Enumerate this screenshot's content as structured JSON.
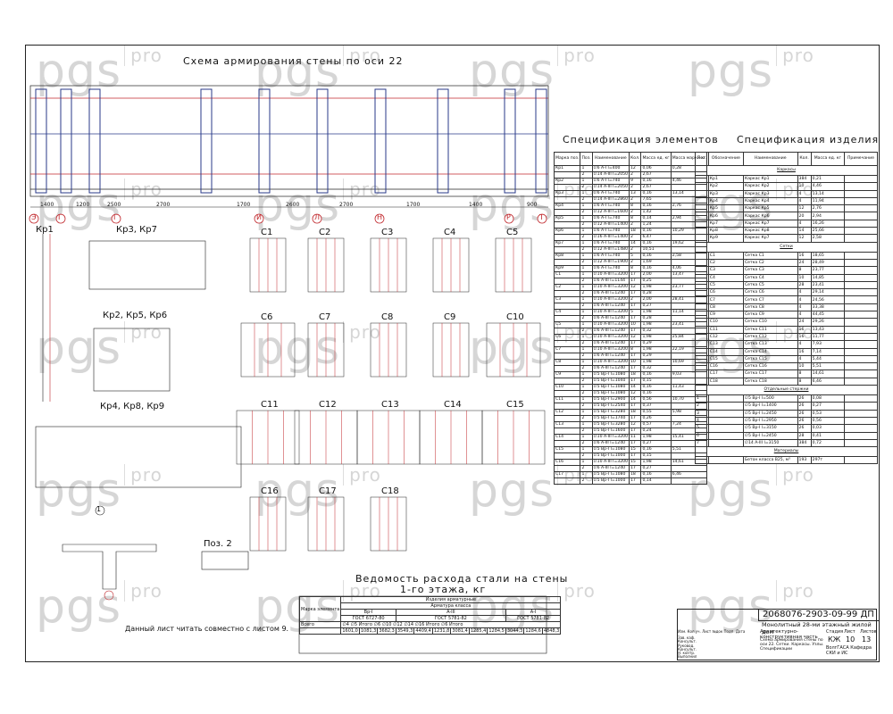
{
  "watermark": {
    "brand": "pgs",
    "suffix": "pro"
  },
  "titles": {
    "wall_scheme": "Схема армирования стены по оси 22",
    "element_spec": "Спецификация элементов",
    "product_spec": "Спецификация изделия",
    "steel_statement": "Ведомость расхода стали на стены",
    "steel_floor": "1-го этажа, кг",
    "note": "Данный лист читать совместно с листом 9."
  },
  "axes": [
    "Э",
    "Г",
    "Г",
    "И",
    "Л",
    "Н",
    "Р",
    "Т"
  ],
  "dims": [
    "1400",
    "1200",
    "2500",
    "2700",
    "1700",
    "2600",
    "2700",
    "1700",
    "1400",
    "900"
  ],
  "frames_labels": {
    "kr1": "Кр1",
    "kr3": "Кр3, Кр7",
    "kr2": "Кр2, Кр5, Кр6",
    "kr4": "Кр4, Кр8, Кр9",
    "node1": "1",
    "poz2": "Поз. 2"
  },
  "nets_grid": [
    "С1",
    "С2",
    "С3",
    "С4",
    "С5",
    "С6",
    "С7",
    "С8",
    "С9",
    "С10",
    "С11",
    "С12",
    "С13",
    "С14",
    "С15",
    "С16",
    "С17",
    "С18"
  ],
  "element_spec": {
    "headers": [
      "Марка поз.",
      "Поз.",
      "Наименование",
      "Кол.",
      "Масса ед. кг",
      "Масса марки кг"
    ],
    "rows": [
      [
        "Кр1",
        "1",
        "∅6 A-I l=400",
        "12",
        "0,06",
        "0,28"
      ],
      [
        "",
        "2",
        "∅14 A-III l=2050",
        "2",
        "2,67",
        ""
      ],
      [
        "Кр2",
        "1",
        "∅6 A-I l=740",
        "9",
        "0,16",
        "4,46"
      ],
      [
        "",
        "2",
        "∅14 A-III l=2050",
        "2",
        "2,67",
        ""
      ],
      [
        "Кр3",
        "1",
        "∅6 A-I l=740",
        "13",
        "0,16",
        "13,14"
      ],
      [
        "",
        "2",
        "∅14 A-III l=2860",
        "2",
        "7,65",
        ""
      ],
      [
        "Кр4",
        "1",
        "∅6 A-I l=740",
        "8",
        "0,16",
        "2,76"
      ],
      [
        "",
        "2",
        "∅12 A-III l=1600",
        "2",
        "1,42",
        ""
      ],
      [
        "Кр5",
        "1",
        "∅6 A-I l=740",
        "8",
        "0,14",
        "2,94"
      ],
      [
        "",
        "2",
        "∅12 A-III l=1400",
        "2",
        "1,24",
        ""
      ],
      [
        "Кр6",
        "1",
        "∅6 A-I l=740",
        "18",
        "0,16",
        "10,29"
      ],
      [
        "",
        "2",
        "∅16 A-III l=1400",
        "2",
        "6,47",
        ""
      ],
      [
        "Кр7",
        "1",
        "∅6 A-I l=740",
        "14",
        "0,16",
        "19,62"
      ],
      [
        "",
        "2",
        "∅12 A-III l=1480",
        "2",
        "10,51",
        ""
      ],
      [
        "Кр8",
        "1",
        "∅6 A-I l=740",
        "5",
        "0,16",
        "2,58"
      ],
      [
        "",
        "2",
        "∅12 A-III l=1900",
        "2",
        "1,69",
        ""
      ],
      [
        "Кр9",
        "1",
        "∅6 A-I l=740",
        "8",
        "0,16",
        "4,06"
      ],
      [
        "С1",
        "1",
        "∅10 A-III l=3200",
        "17",
        "2,00",
        "13,47"
      ],
      [
        "",
        "2",
        "∅6 A-III l=1144",
        "17",
        "0,25",
        ""
      ],
      [
        "С2",
        "1",
        "∅10 A-III l=3200",
        "12",
        "1,98",
        "23,77"
      ],
      [
        "",
        "2",
        "∅6 A-III l=1240",
        "17",
        "0,28",
        ""
      ],
      [
        "С3",
        "1",
        "∅10 A-III l=3200",
        "2",
        "2,00",
        "28,41"
      ],
      [
        "",
        "2",
        "∅6 A-III l=1240",
        "17",
        "0,27",
        ""
      ],
      [
        "С4",
        "1",
        "∅10 A-III l=3200",
        "5",
        "1,98",
        "11,14"
      ],
      [
        "",
        "2",
        "∅6 A-III l=1240",
        "17",
        "0,28",
        ""
      ],
      [
        "С5",
        "1",
        "∅10 A-III l=3200",
        "10",
        "1,98",
        "23,41"
      ],
      [
        "",
        "2",
        "∅6 A-III l=1240",
        "17",
        "0,32",
        ""
      ],
      [
        "С6",
        "1",
        "∅10 A-III l=3200",
        "12",
        "1,98",
        "25,84"
      ],
      [
        "",
        "2",
        "∅6 A-III l=1240",
        "17",
        "0,29",
        ""
      ],
      [
        "С7",
        "1",
        "∅10 A-III l=3200",
        "8",
        "1,98",
        "22,19"
      ],
      [
        "",
        "2",
        "∅6 A-III l=1240",
        "17",
        "0,29",
        ""
      ],
      [
        "С8",
        "1",
        "∅10 A-III l=3200",
        "10",
        "1,98",
        "10,69"
      ],
      [
        "",
        "2",
        "∅6 A-III l=1240",
        "17",
        "0,32",
        ""
      ],
      [
        "С9",
        "1",
        "∅5 Вр-I l=1080",
        "18",
        "0,16",
        "9,03"
      ],
      [
        "",
        "2",
        "∅5 Вр-I l=1040",
        "17",
        "0,15",
        ""
      ],
      [
        "С10",
        "1",
        "∅5 Вр-I l=1080",
        "14",
        "0,16",
        "11,43"
      ],
      [
        "",
        "2",
        "∅5 Вр-I l=1080",
        "12",
        "0,16",
        ""
      ],
      [
        "С11",
        "1",
        "∅5 Вр-I l=2900",
        "14",
        "0,56",
        "10,70"
      ],
      [
        "",
        "2",
        "∅5 Вр-I l=2540",
        "17",
        "0,37",
        ""
      ],
      [
        "С12",
        "1",
        "∅5 Вр-I l=3280",
        "18",
        "0,55",
        "5,98"
      ],
      [
        "",
        "2",
        "∅5 Вр-I l=1740",
        "17",
        "0,26",
        ""
      ],
      [
        "С13",
        "1",
        "∅5 Вр-I l=3280",
        "12",
        "0,57",
        "7,24"
      ],
      [
        "",
        "2",
        "∅5 Вр-I l=1600",
        "17",
        "0,24",
        ""
      ],
      [
        "С14",
        "1",
        "∅10 A-III l=3200",
        "11",
        "1,98",
        "15,41"
      ],
      [
        "",
        "2",
        "∅6 A-III l=1240",
        "17",
        "0,27",
        ""
      ],
      [
        "С15",
        "1",
        "∅5 Вр-I l=1080",
        "15",
        "0,16",
        "5,51"
      ],
      [
        "",
        "2",
        "∅5 Вр-I l=1000",
        "17",
        "0,15",
        ""
      ],
      [
        "С16",
        "1",
        "∅10 A-III l=3200",
        "15",
        "1,98",
        "14,61"
      ],
      [
        "",
        "2",
        "∅6 A-III l=1240",
        "17",
        "0,27",
        ""
      ],
      [
        "С17",
        "1",
        "∅5 Вр-I l=1080",
        "18",
        "0,16",
        "6,46"
      ],
      [
        "",
        "2",
        "∅5 Вр-I l=1000",
        "17",
        "0,14",
        ""
      ]
    ]
  },
  "product_spec": {
    "headers": [
      "Поз.",
      "Обозначение",
      "Наименование",
      "Кол.",
      "Масса ед. кг",
      "Примечание"
    ],
    "sections": [
      {
        "title": "Каркасы",
        "rows": [
          [
            "",
            "Кр1",
            "Каркас Кр1",
            "384",
            "0,21",
            ""
          ],
          [
            "",
            "Кр2",
            "Каркас Кр2",
            "10",
            "4,46",
            ""
          ],
          [
            "",
            "Кр3",
            "Каркас Кр3",
            "4",
            "13,14",
            ""
          ],
          [
            "",
            "Кр4",
            "Каркас Кр4",
            "4",
            "11,94",
            ""
          ],
          [
            "",
            "Кр5",
            "Каркас Кр5",
            "12",
            "2,76",
            ""
          ],
          [
            "",
            "Кр6",
            "Каркас Кр6",
            "20",
            "2,94",
            ""
          ],
          [
            "",
            "Кр7",
            "Каркас Кр7",
            "4",
            "16,26",
            ""
          ],
          [
            "",
            "Кр8",
            "Каркас Кр8",
            "14",
            "25,66",
            ""
          ],
          [
            "",
            "Кр9",
            "Каркас Кр7",
            "12",
            "2,58",
            ""
          ]
        ]
      },
      {
        "title": "Сетки",
        "rows": [
          [
            "",
            "С1",
            "Сетка С1",
            "16",
            "18,65",
            ""
          ],
          [
            "",
            "С2",
            "Сетка С2",
            "24",
            "28,49",
            ""
          ],
          [
            "",
            "С3",
            "Сетка С3",
            "8",
            "23,77",
            ""
          ],
          [
            "",
            "С4",
            "Сетка С4",
            "10",
            "14,85",
            ""
          ],
          [
            "",
            "С5",
            "Сетка С5",
            "28",
            "23,41",
            ""
          ],
          [
            "",
            "С6",
            "Сетка С6",
            "4",
            "29,14",
            ""
          ],
          [
            "",
            "С7",
            "Сетка С7",
            "4",
            "24,56",
            ""
          ],
          [
            "",
            "С8",
            "Сетка С8",
            "4",
            "33,38",
            ""
          ],
          [
            "",
            "С9",
            "Сетка С9",
            "4",
            "44,45",
            ""
          ],
          [
            "",
            "С10",
            "Сетка С10",
            "24",
            "29,26",
            ""
          ],
          [
            "",
            "С11",
            "Сетка С11",
            "16",
            "13,43",
            ""
          ],
          [
            "",
            "С12",
            "Сетка С12",
            "16",
            "11,77",
            ""
          ],
          [
            "",
            "С13",
            "Сетка С13",
            "4",
            "7,93",
            ""
          ],
          [
            "",
            "С14",
            "Сетка С14",
            "16",
            "7,14",
            ""
          ],
          [
            "",
            "С15",
            "Сетка С15",
            "4",
            "5,44",
            ""
          ],
          [
            "",
            "С16",
            "Сетка С16",
            "10",
            "5,51",
            ""
          ],
          [
            "",
            "С17",
            "Сетка С17",
            "8",
            "14,61",
            ""
          ],
          [
            "",
            "С18",
            "Сетка С18",
            "8",
            "6,46",
            ""
          ]
        ]
      },
      {
        "title": "Отдельные стержни",
        "rows": [
          [
            "1",
            "",
            "∅5 Вр-I l=500",
            "26",
            "0,08",
            ""
          ],
          [
            "2",
            "",
            "∅5 Вр-I l=1400",
            "26",
            "0,27",
            ""
          ],
          [
            "3",
            "",
            "∅5 Вр-I l=2450",
            "26",
            "0,53",
            ""
          ],
          [
            "4",
            "",
            "∅5 Вр-I l=2950",
            "26",
            "0,56",
            ""
          ],
          [
            "5",
            "",
            "∅5 Вр-I l=3150",
            "26",
            "0,03",
            ""
          ],
          [
            "6",
            "",
            "∅5 Вр-I l=2450",
            "28",
            "0,41",
            ""
          ],
          [
            "7",
            "",
            "∅14 A-III l=3150",
            "384",
            "0,72",
            ""
          ]
        ]
      },
      {
        "title": "Материалы",
        "rows": [
          [
            "",
            "",
            "Бетон класса В25, м³",
            "193",
            "297т",
            ""
          ]
        ]
      }
    ]
  },
  "steel_table": {
    "col_head": "Марка элемента",
    "title": "Изделия арматурные",
    "sub": "Арматура класса",
    "groups": [
      "Вр-I",
      "A-III",
      "A-I"
    ],
    "gosts": [
      "ГОСТ 6727-80",
      "ГОСТ 5781-82",
      "ГОСТ 5781-82"
    ],
    "total": "Всего",
    "diams": [
      "∅4",
      "∅5",
      "Итого",
      "∅6",
      "∅10",
      "∅12",
      "∅14",
      "∅16",
      "Итого",
      "∅6",
      "Итого",
      ""
    ],
    "values": [
      "1601,0",
      "1081,3",
      "3682,3",
      "3549,3",
      "4409,4",
      "1231,8",
      "3081,4",
      "1285,4",
      "1284,5",
      "3044,3",
      "1284,6",
      "4848,3"
    ]
  },
  "stamp": {
    "code": "2068076-2903-09-99 ДП",
    "project": "Монолитный 28-ми этажный жилой дом",
    "part": "Архитектурно-конструктивная часть",
    "sheet_desc": "Схема армирования стены по оси 22. Сетки. Каркасы. Узлы. Спецификации",
    "stage": "КЖ",
    "sheet": "10",
    "sheets": "13",
    "org": "ВолгГАСА Кафедра СКИ и ИС",
    "labels": [
      "Изм.",
      "Кол.уч.",
      "Лист",
      "№док",
      "Подп.",
      "Дата"
    ],
    "people": [
      "Зав. каф.",
      "Консульт.",
      "Руковод.",
      "Консульт.",
      "Н. контр.",
      "Выполнил"
    ],
    "stage_label": "Стадия",
    "sheet_label": "Лист",
    "sheets_label": "Листов"
  },
  "colors": {
    "rebar": "#c0262b",
    "line": "#222222",
    "axis": "#2a3a8a"
  }
}
